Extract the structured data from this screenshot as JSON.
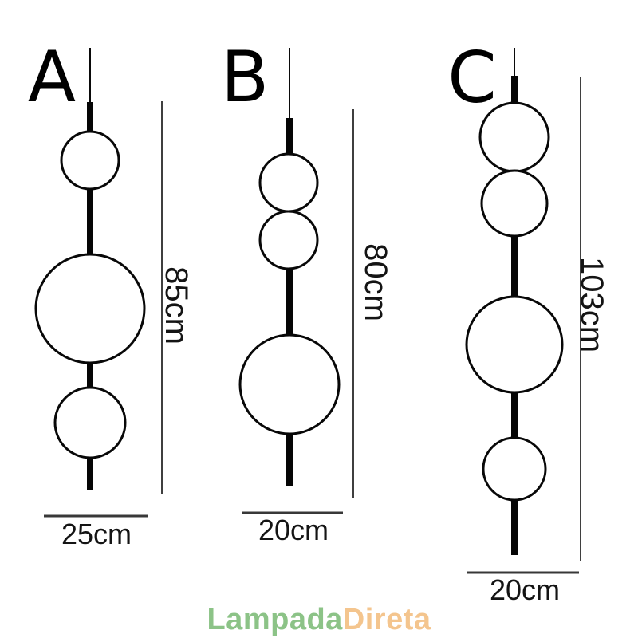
{
  "diagram": {
    "lamps": [
      {
        "label": "A",
        "height": "85cm",
        "width": "25cm"
      },
      {
        "label": "B",
        "height": "80cm",
        "width": "20cm"
      },
      {
        "label": "C",
        "height": "103cm",
        "width": "20cm"
      }
    ]
  },
  "logo": {
    "first": "Lampada",
    "second": "Direta",
    "first_color": "#8cc387",
    "second_color": "#f4c58e"
  }
}
